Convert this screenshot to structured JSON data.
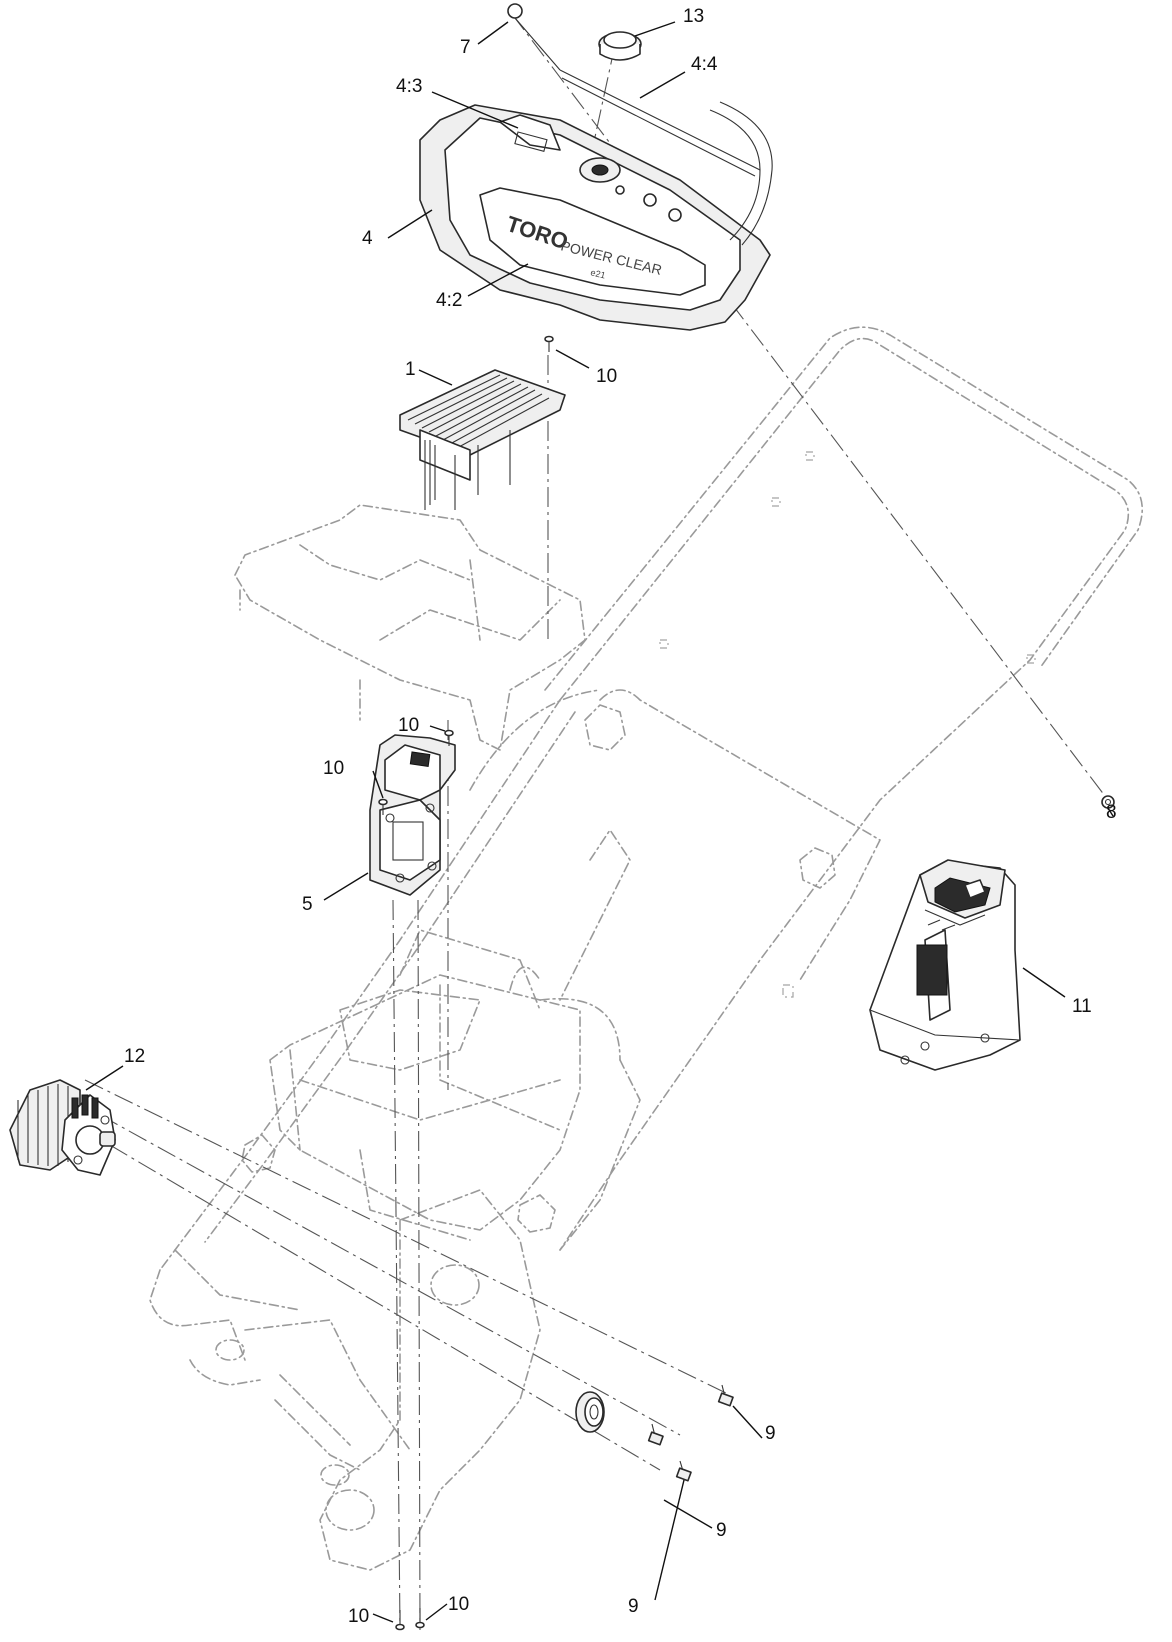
{
  "diagram": {
    "callouts": [
      {
        "key": "c7",
        "label": "7"
      },
      {
        "key": "c13",
        "label": "13"
      },
      {
        "key": "c43",
        "label": "4:3"
      },
      {
        "key": "c44",
        "label": "4:4"
      },
      {
        "key": "c4",
        "label": "4"
      },
      {
        "key": "c42",
        "label": "4:2"
      },
      {
        "key": "c1",
        "label": "1"
      },
      {
        "key": "c10a",
        "label": "10"
      },
      {
        "key": "c10b",
        "label": "10"
      },
      {
        "key": "c10c",
        "label": "10"
      },
      {
        "key": "c5",
        "label": "5"
      },
      {
        "key": "c8",
        "label": "8"
      },
      {
        "key": "c11",
        "label": "11"
      },
      {
        "key": "c12",
        "label": "12"
      },
      {
        "key": "c9a",
        "label": "9"
      },
      {
        "key": "c9b",
        "label": "9"
      },
      {
        "key": "c9c",
        "label": "9"
      },
      {
        "key": "c10d",
        "label": "10"
      },
      {
        "key": "c10e",
        "label": "10"
      }
    ],
    "panel_logo": {
      "brand": "TORO",
      "product": "POWER CLEAR",
      "sub": "e21"
    }
  }
}
